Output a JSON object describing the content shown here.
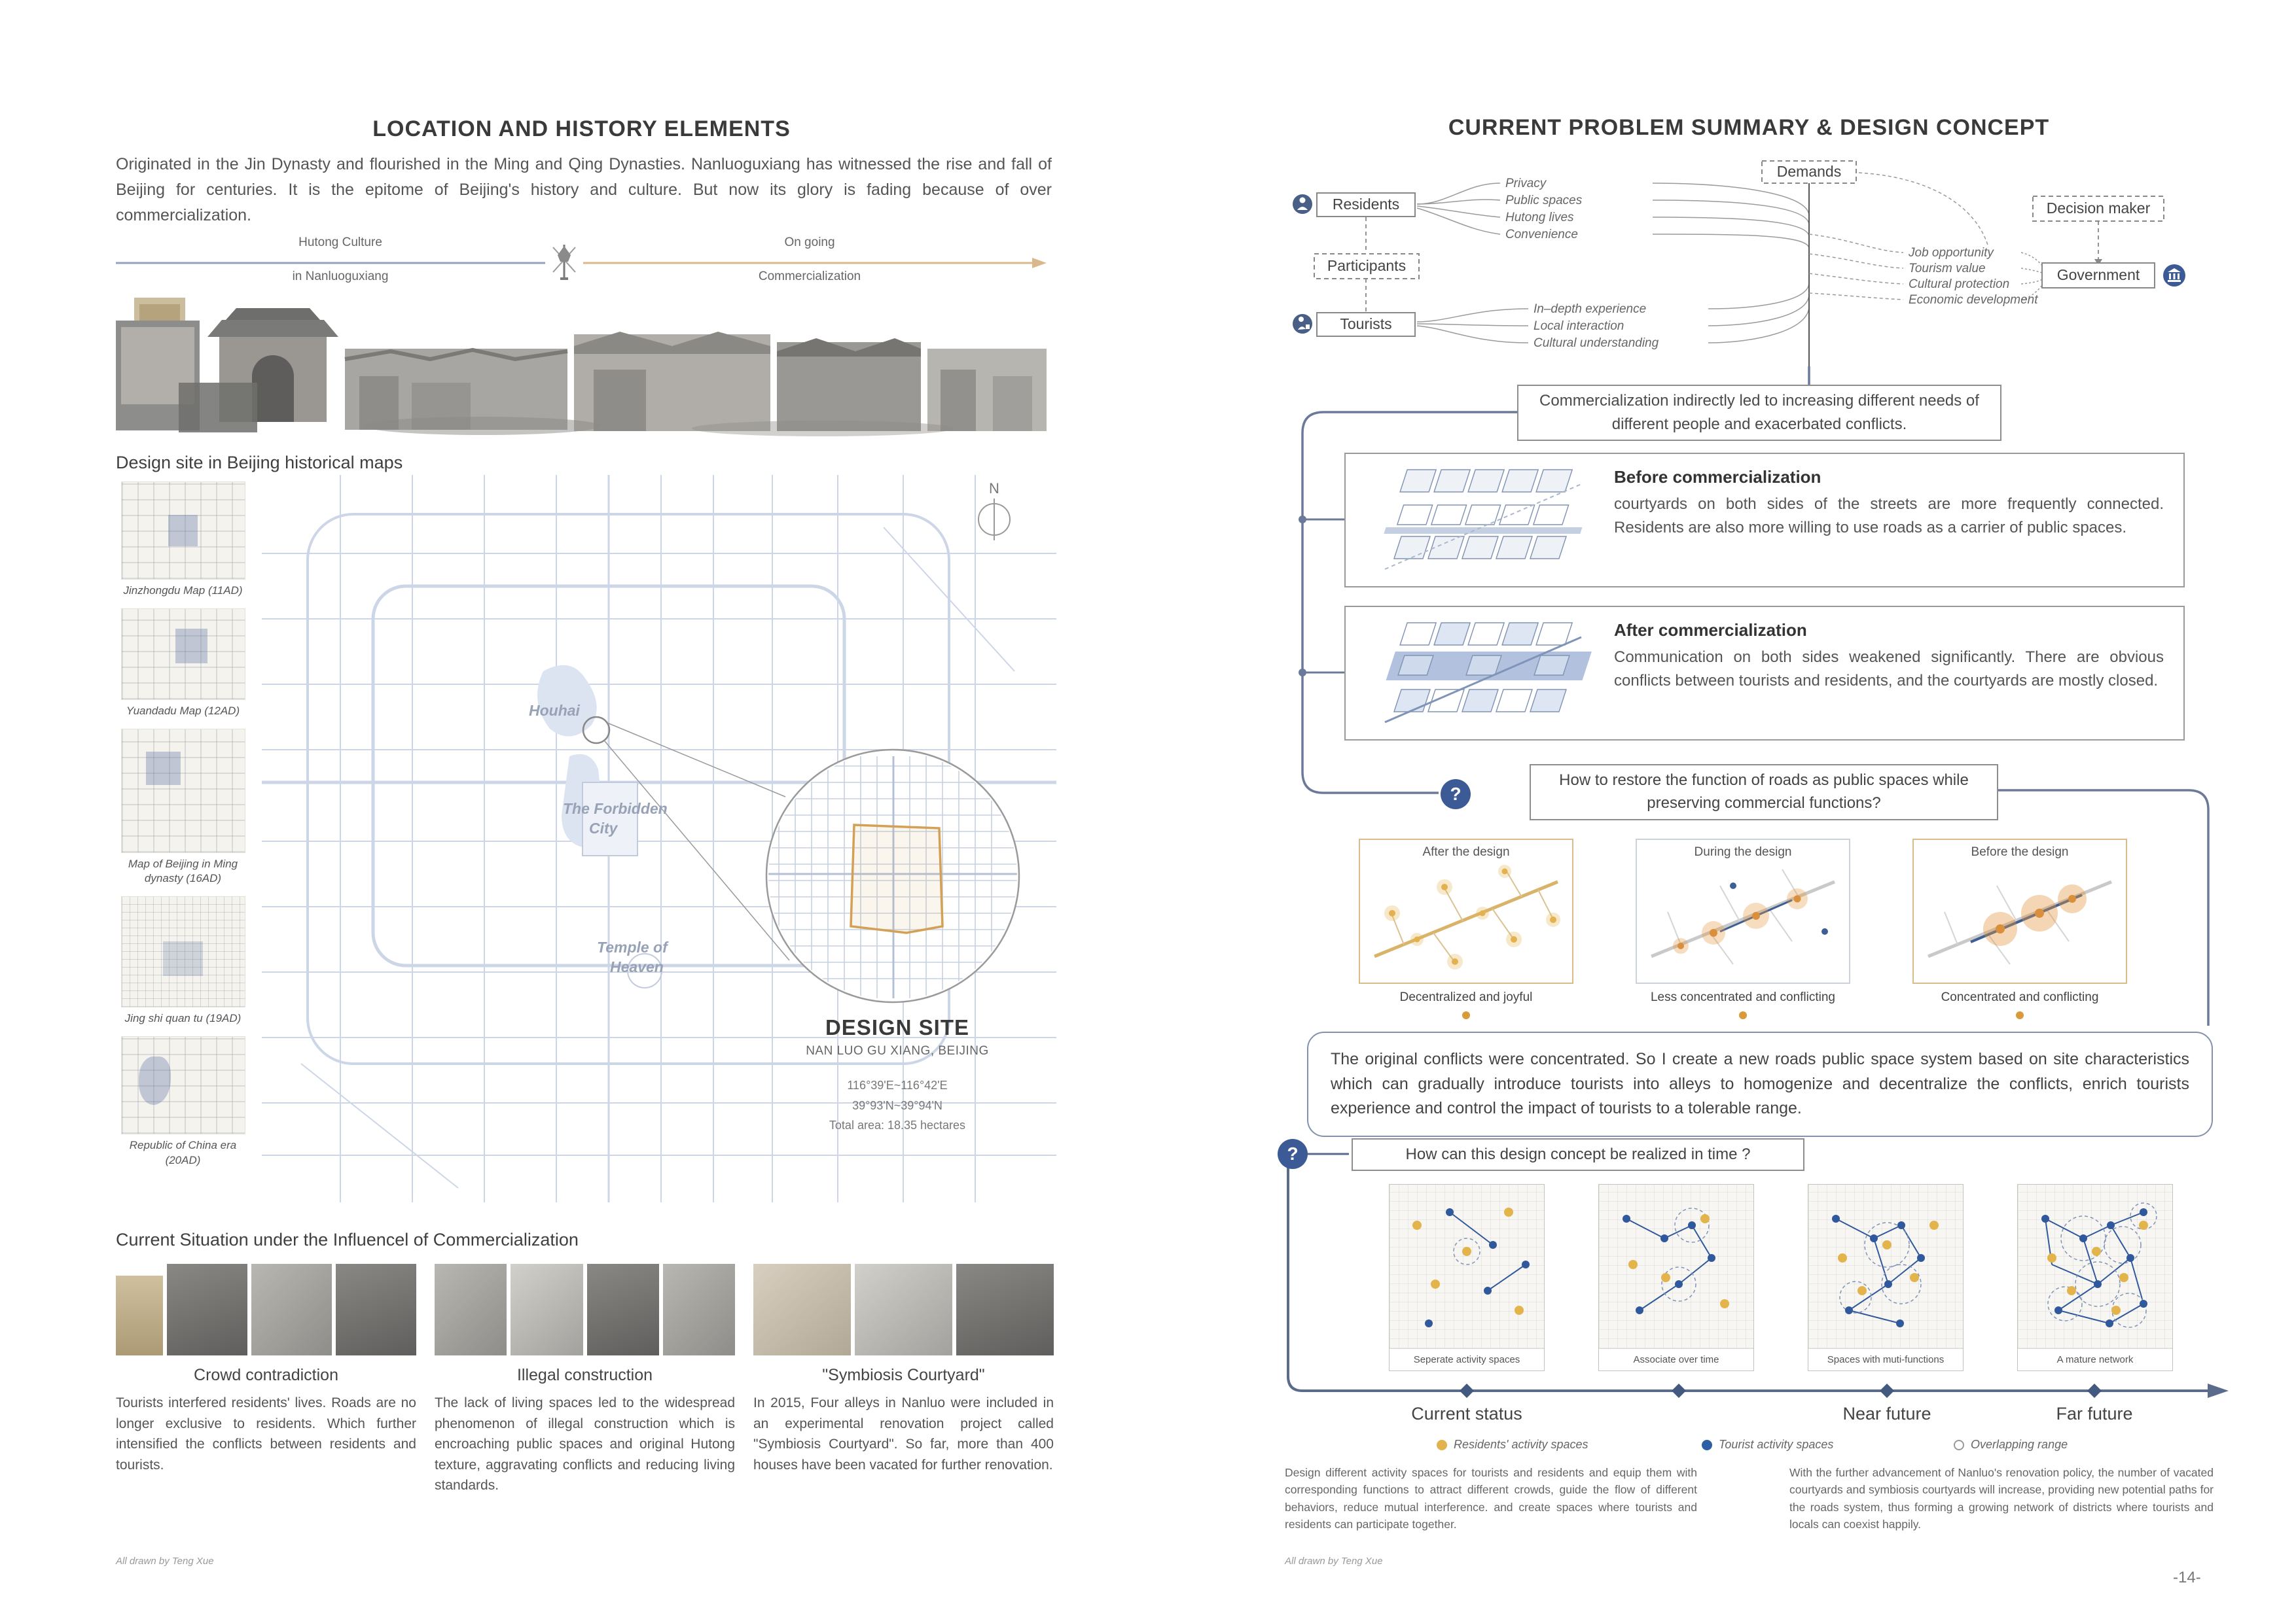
{
  "page_left": {
    "title": "LOCATION AND HISTORY ELEMENTS",
    "intro": "Originated in the Jin Dynasty and flourished in the Ming and Qing Dynasties. Nanluoguxiang has witnessed the rise and fall of Beijing for centuries. It is the epitome of Beijing's history and culture. But now its glory is fading because of over commercialization.",
    "timeline": {
      "left_top": "Hutong Culture",
      "left_bottom": "in Nanluoguxiang",
      "right_top": "On going",
      "right_bottom": "Commercialization"
    },
    "maps_section": {
      "heading": "Design site in Beijing historical maps",
      "historical_maps": [
        {
          "caption": "Jinzhongdu Map (11AD)"
        },
        {
          "caption": "Yuandadu Map (12AD)"
        },
        {
          "caption": "Map of Beijing in Ming dynasty (16AD)"
        },
        {
          "caption": "Jing shi quan tu (19AD)"
        },
        {
          "caption": "Republic of China era (20AD)"
        }
      ],
      "compass": "N",
      "map_labels": {
        "houhai": "Houhai",
        "forbidden_line1": "The Forbidden",
        "forbidden_line2": "City",
        "temple_line1": "Temple of",
        "temple_line2": "Heaven"
      },
      "design_site": {
        "title": "DESIGN SITE",
        "subtitle": "NAN LUO GU XIANG, BEIJING",
        "coords_e": "116°39'E~116°42'E",
        "coords_n": "39°93'N~39°94'N",
        "area": "Total area: 18.35 hectares"
      }
    },
    "current_situation": {
      "heading": "Current Situation under the Influencel of Commercialization",
      "items": [
        {
          "title": "Crowd contradiction",
          "text": "Tourists interfered residents' lives. Roads are no longer exclusive to residents. Which further intensified the conflicts between residents and tourists."
        },
        {
          "title": "Illegal construction",
          "text": "The lack of living spaces led to the widespread phenomenon of illegal construction which is encroaching public spaces and original Hutong texture, aggravating conflicts and reducing living standards."
        },
        {
          "title": "\"Symbiosis Courtyard\"",
          "text": "In 2015, Four alleys in Nanluo were included in an experimental renovation project called \"Symbiosis Courtyard\". So far, more than 400 houses have been vacated for further renovation."
        }
      ]
    },
    "footer": "All drawn by Teng Xue"
  },
  "page_right": {
    "title": "CURRENT PROBLEM SUMMARY & DESIGN CONCEPT",
    "stakeholders": {
      "residents": "Residents",
      "participants": "Participants",
      "tourists": "Tourists",
      "demands": "Demands",
      "decision_maker": "Decision maker",
      "government": "Government",
      "resident_needs": [
        "Privacy",
        "Public spaces",
        "Hutong lives",
        "Convenience"
      ],
      "tourist_needs": [
        "In–depth experience",
        "Local interaction",
        "Cultural understanding"
      ],
      "government_needs": [
        "Job opportunity",
        "Tourism value",
        "Cultural protection",
        "Economic development"
      ]
    },
    "conclusion": "Commercialization indirectly led to increasing different needs of different people and exacerbated conflicts.",
    "before_box": {
      "title": "Before commercialization",
      "text": "courtyards on both sides of the streets are more frequently connected. Residents are also more willing to use roads as a carrier of public spaces."
    },
    "after_box": {
      "title": "After commercialization",
      "text": "Communication on both sides weakened significantly. There are obvious conflicts between tourists and residents, and the courtyards are mostly closed."
    },
    "question_mark": "?",
    "question1": "How to restore the function of roads as public spaces while preserving commercial functions?",
    "design_stages": [
      {
        "title": "After the design",
        "caption": "Decentralized and joyful"
      },
      {
        "title": "During the design",
        "caption": "Less concentrated and conflicting"
      },
      {
        "title": "Before the design",
        "caption": "Concentrated and conflicting"
      }
    ],
    "concept_text": "The original conflicts were concentrated. So I create a new roads public space system based on site characteristics which can gradually introduce tourists into alleys to homogenize and decentralize the conflicts, enrich tourists experience and control the impact of tourists to a tolerable range.",
    "question2": "How can this design concept be realized in time ?",
    "timeline_stages": [
      {
        "caption": "Seperate activity spaces"
      },
      {
        "caption": "Associate over time"
      },
      {
        "caption": "Spaces with muti-functions"
      },
      {
        "caption": "A mature network"
      }
    ],
    "phase_labels": [
      "Current status",
      "Near future",
      "Far future"
    ],
    "legend": [
      {
        "label": "Residents' activity spaces",
        "color": "#e2b24c"
      },
      {
        "label": "Tourist activity spaces",
        "color": "#2e5fa3"
      },
      {
        "label": "Overlapping range",
        "color": "none"
      }
    ],
    "bottom_text_left": "Design different activity spaces for tourists and residents and equip them with corresponding functions to attract different crowds, guide the flow of different behaviors, reduce mutual interference. and create spaces where tourists and residents can participate together.",
    "bottom_text_right": "With the further advancement of Nanluo's renovation policy, the number of vacated courtyards and symbiosis courtyards will increase, providing new potential paths for the roads system, thus forming a growing network of districts where tourists and locals can coexist happily.",
    "footer": "All drawn by Teng Xue",
    "page_number": "-14-"
  }
}
